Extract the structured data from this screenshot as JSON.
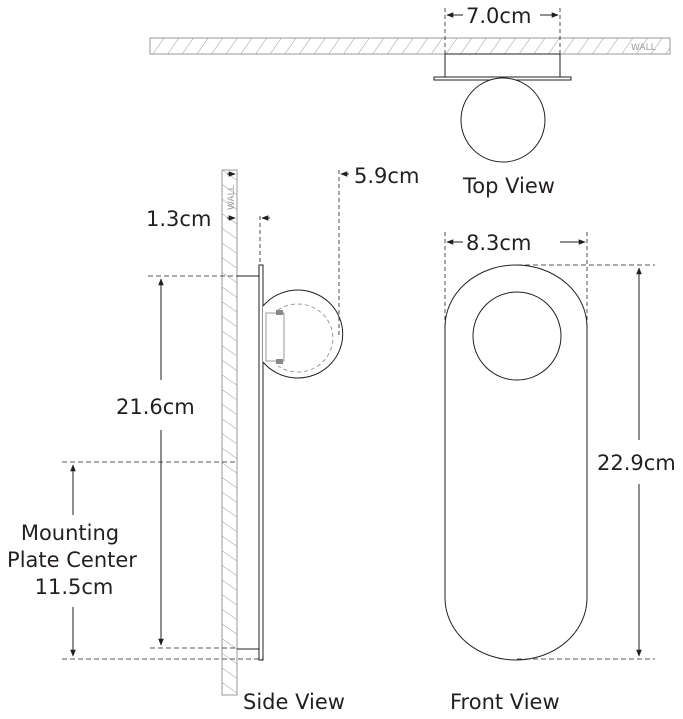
{
  "diagram": {
    "subject": "Wall sconce dimension drawing",
    "views": {
      "top": {
        "title": "Top View",
        "wall_label": "WALL",
        "width_dimension": "7.0cm"
      },
      "side": {
        "title": "Side View",
        "wall_label": "WALL",
        "wall_offset_dimension": "1.3cm",
        "projection_dimension": "5.9cm",
        "backplate_height_dimension": "21.6cm",
        "mounting_label_line1": "Mounting",
        "mounting_label_line2": "Plate Center",
        "mounting_dimension": "11.5cm"
      },
      "front": {
        "title": "Front View",
        "width_dimension": "8.3cm",
        "height_dimension": "22.9cm"
      }
    },
    "colors": {
      "line": "#231f20",
      "hatch": "#9a9a9a",
      "background": "#ffffff"
    }
  }
}
